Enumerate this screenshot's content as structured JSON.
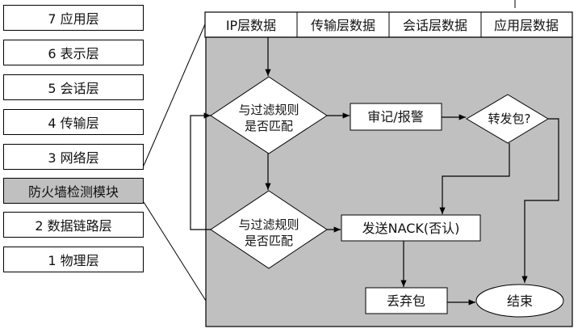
{
  "osi_layers": [
    {
      "label": "7 应用层",
      "highlight": false
    },
    {
      "label": "6 表示层",
      "highlight": false
    },
    {
      "label": "5 会话层",
      "highlight": false
    },
    {
      "label": "4 传输层",
      "highlight": false
    },
    {
      "label": "3 网络层",
      "highlight": false
    },
    {
      "label": "防火墙检测模块",
      "highlight": true
    },
    {
      "label": "2 数据链路层",
      "highlight": false
    },
    {
      "label": "1 物理层",
      "highlight": false
    }
  ],
  "header_columns": [
    "IP层数据",
    "传输层数据",
    "会话层数据",
    "应用层数据"
  ],
  "flow": {
    "decision1": [
      "与过滤规则",
      "是否匹配"
    ],
    "decision2": [
      "与过滤规则",
      "是否匹配"
    ],
    "audit": "审记/报警",
    "forward": "转发包?",
    "nack": "发送NACK(否认)",
    "drop": "丢弃包",
    "end": "结束"
  },
  "colors": {
    "panel": "#c0c0c0",
    "node": "#ffffff",
    "stroke": "#000000"
  }
}
